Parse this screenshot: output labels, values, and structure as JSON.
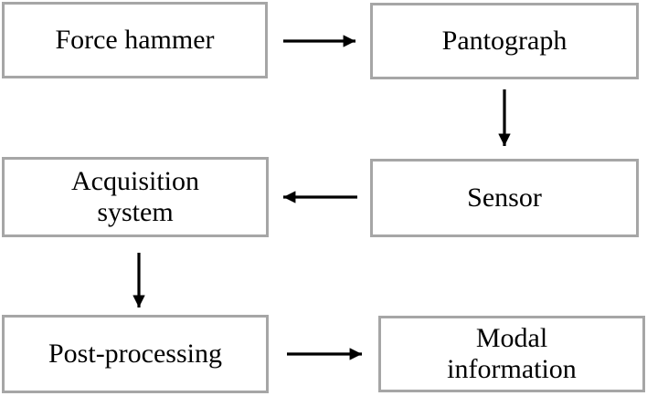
{
  "nodes": {
    "force_hammer": "Force hammer",
    "pantograph": "Pantograph",
    "sensor": "Sensor",
    "acquisition_system": "Acquisition\nsystem",
    "post_processing": "Post-processing",
    "modal_information": "Modal\ninformation"
  },
  "edges": [
    {
      "from": "force_hammer",
      "to": "pantograph"
    },
    {
      "from": "pantograph",
      "to": "sensor"
    },
    {
      "from": "sensor",
      "to": "acquisition_system"
    },
    {
      "from": "acquisition_system",
      "to": "post_processing"
    },
    {
      "from": "post_processing",
      "to": "modal_information"
    }
  ],
  "colors": {
    "box_border": "#a6a6a6",
    "arrow": "#000000",
    "text": "#000000"
  }
}
